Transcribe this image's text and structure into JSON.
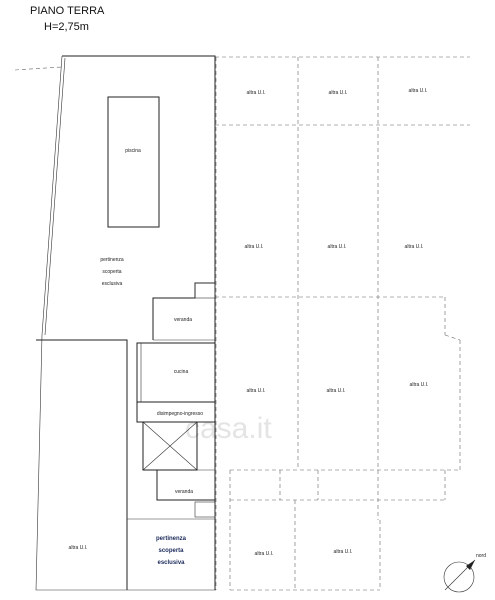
{
  "header": {
    "title": "PIANO TERRA",
    "height": "H=2,75m"
  },
  "rooms": {
    "piscina": "piscina",
    "pertinenza": [
      "pertinenza",
      "scoperta",
      "esclusiva"
    ],
    "veranda_top": "veranda",
    "cucina": "cucina",
    "disimpegno": "disimpegno-ingresso",
    "veranda_bottom": "veranda",
    "pertinenza_bottom": [
      "pertinenza",
      "scoperta",
      "esclusiva"
    ]
  },
  "other_units_label": "altra U.I.",
  "north_label": "nord",
  "watermark": "casa.it",
  "colors": {
    "walls": "#222222",
    "dashed": "#666666",
    "label_blue": "#1a2a5a"
  }
}
